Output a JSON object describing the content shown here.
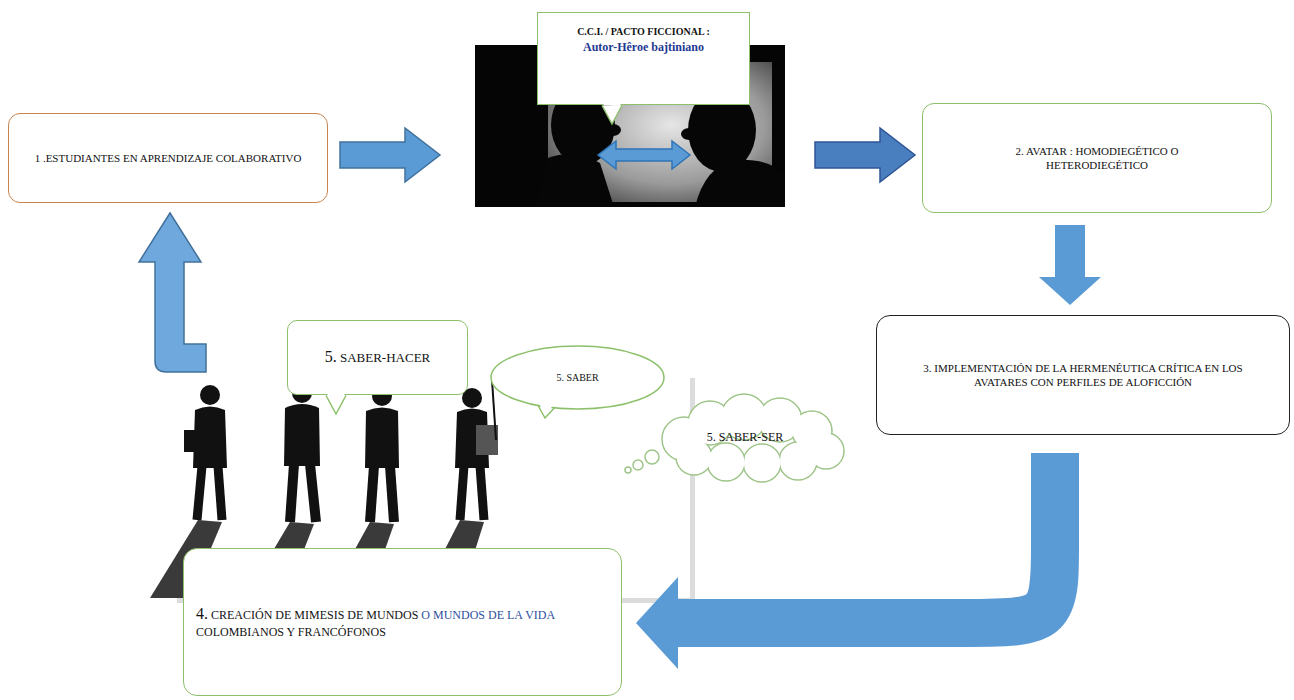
{
  "diagram": {
    "nodes": [
      {
        "text": [
          "1 .ESTUDIANTES EN APRENDIZAJE COLABORATIVO"
        ]
      },
      {
        "text": [
          "C.C.I. / PACTO FICCIONAL :",
          "Autor-Hêroe bajtiniano"
        ]
      },
      {
        "text": [
          "2. AVATAR : HOMODIEGÉTICO O HETERODIEGÉTICO"
        ]
      },
      {
        "text": [
          "3. IMPLEMENTACIÓN DE LA HERMENÉUTICA CRÍTICA EN LOS AVATARES CON PERFILES DE ALOFICCIÓN"
        ]
      },
      {
        "text": [
          "4. CREACIÓN DE MIMESIS DE MUNDOS O MUNDOS DE LA VIDA COLOMBIANOS Y FRANCÓFONOS"
        ]
      },
      {
        "text": [
          "5. SABER-HACER"
        ]
      },
      {
        "text": [
          "5. SABER"
        ]
      },
      {
        "text": [
          "5. SABER-SER"
        ]
      }
    ],
    "edges": [
      {
        "from": 2,
        "to": 3,
        "arrow": "to"
      },
      {
        "from": 3,
        "to": 4,
        "arrow": "to"
      }
    ]
  }
}
